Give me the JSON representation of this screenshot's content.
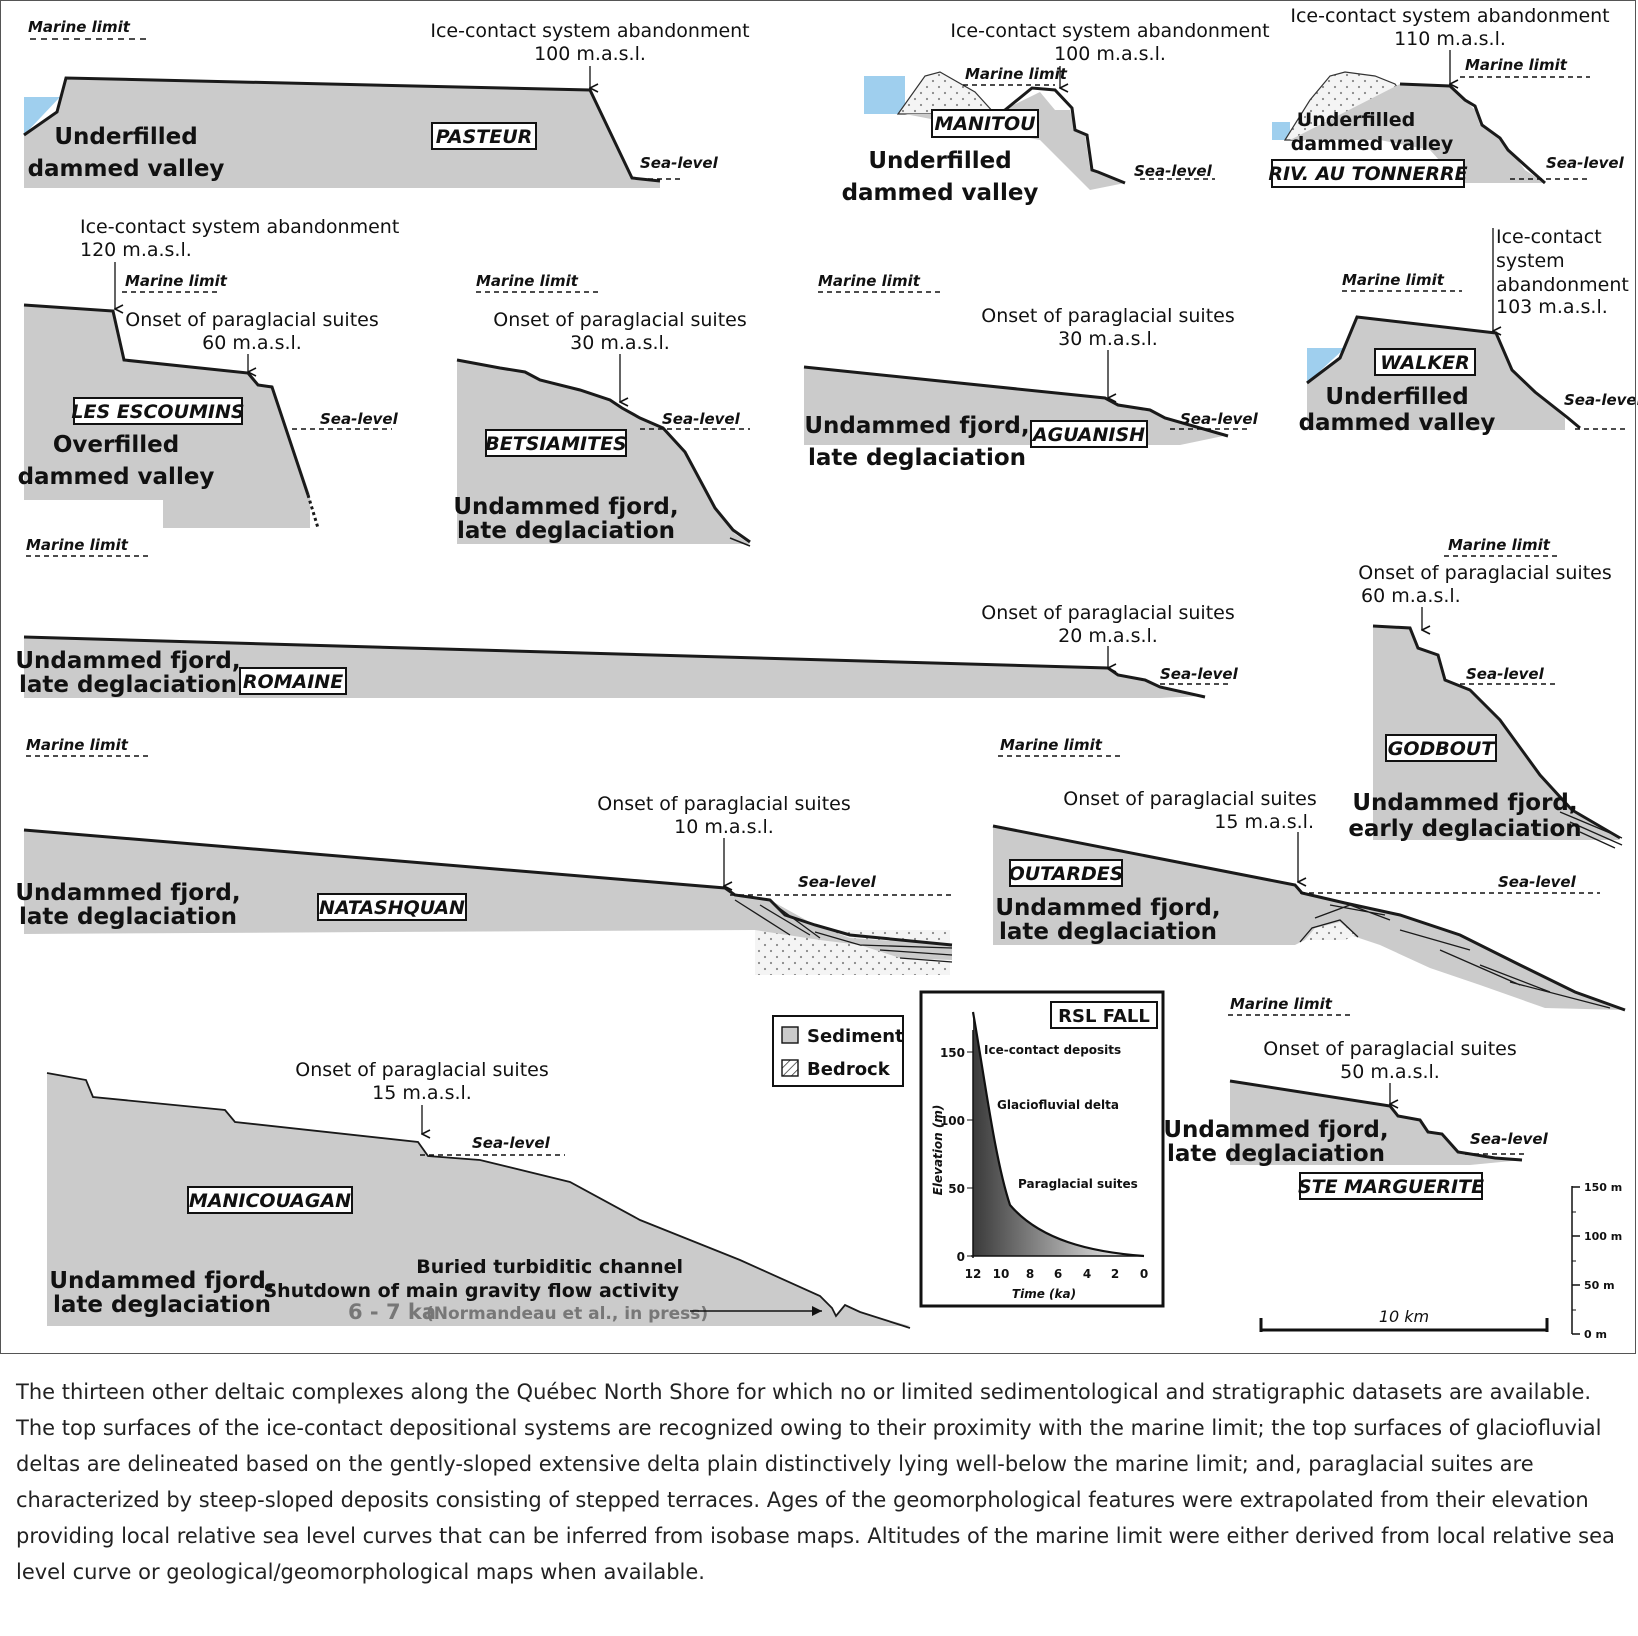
{
  "labels": {
    "marine_limit": "Marine limit",
    "sea_level": "Sea-level",
    "ica_abandonment": "Ice-contact system abandonment",
    "ica_line1": "Ice-contact",
    "ica_line2": "system",
    "ica_line3": "abandonment",
    "onset": "Onset of paraglacial suites",
    "underfilled1": "Underfilled",
    "underfilled2": "dammed valley",
    "overfilled1": "Overfilled",
    "overfilled2": "dammed valley",
    "undammed1": "Undammed fjord,",
    "undammed_late": "late deglaciation",
    "undammed_early": "early deglaciation"
  },
  "sites": {
    "pasteur": {
      "name": "PASTEUR",
      "elev": "100 m.a.s.l."
    },
    "manitou": {
      "name": "MANITOU",
      "elev": "100 m.a.s.l."
    },
    "riv_tonnerre": {
      "name": "RIV. AU TONNERRE",
      "elev": "110 m.a.s.l."
    },
    "les_escoumins": {
      "name": "LES ESCOUMINS",
      "elev_ica": "120 m.a.s.l.",
      "elev_onset": "60 m.a.s.l."
    },
    "betsiamites": {
      "name": "BETSIAMITES",
      "elev": "30 m.a.s.l."
    },
    "aguanish": {
      "name": "AGUANISH",
      "elev": "30 m.a.s.l."
    },
    "walker": {
      "name": "WALKER",
      "elev": "103 m.a.s.l."
    },
    "romaine": {
      "name": "ROMAINE",
      "elev": "20 m.a.s.l."
    },
    "godbout": {
      "name": "GODBOUT",
      "elev": "60 m.a.s.l."
    },
    "natashquan": {
      "name": "NATASHQUAN",
      "elev": "10 m.a.s.l."
    },
    "outardes": {
      "name": "OUTARDES",
      "elev": "15 m.a.s.l."
    },
    "manicouagan": {
      "name": "MANICOUAGAN",
      "elev": "15 m.a.s.l.",
      "note1": "Buried turbiditic channel",
      "note2": "Shutdown of main gravity flow activity",
      "age": "6 - 7 ka",
      "ref": "(Normandeau et al., in press)"
    },
    "ste_marguerite": {
      "name": "STE MARGUERITE",
      "elev": "50 m.a.s.l."
    }
  },
  "legend": {
    "sediment": "Sediment",
    "bedrock": "Bedrock"
  },
  "inset": {
    "title": "RSL FALL",
    "ylabel": "Elevation (m)",
    "xlabel": "Time (ka)",
    "y_ticks": [
      "150",
      "100",
      "50",
      "0"
    ],
    "x_ticks": [
      "12",
      "10",
      "8",
      "6",
      "4",
      "2",
      "0"
    ],
    "phases": [
      "Ice-contact deposits",
      "Glaciofluvial delta",
      "Paraglacial suites"
    ]
  },
  "scale": {
    "vertical": [
      "150 m",
      "100 m",
      "50 m",
      "0 m"
    ],
    "horizontal": "10 km"
  },
  "caption": "The thirteen other deltaic complexes along the Québec North Shore for which no or limited sedimentological and stratigraphic datasets are available. The top surfaces of the ice-contact depositional systems are recognized owing to their proximity with the marine limit; the top surfaces of glaciofluvial deltas are delineated based on the gently-sloped extensive delta plain distinctively lying well-below the marine limit; and, paraglacial suites are characterized by steep-sloped deposits consisting of stepped terraces. Ages of the geomorphological features were extrapolated from their elevation providing local relative sea level curves that can be inferred from isobase maps. Altitudes of the marine limit were either derived from local relative sea level curve or geological/geomorphological maps when available.",
  "colors": {
    "sediment": "#cbcbcb",
    "water": "#9fcfee",
    "line": "#1a1a1a"
  }
}
